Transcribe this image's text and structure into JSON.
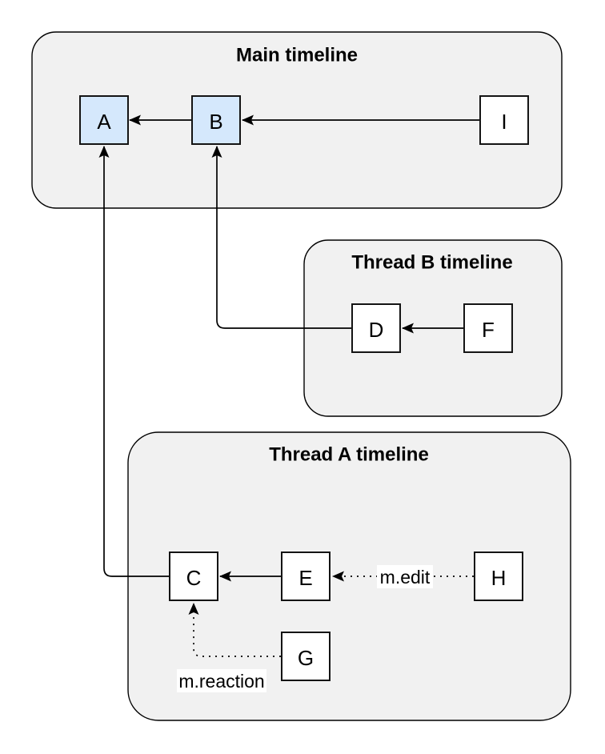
{
  "diagram": {
    "type": "event-relation-graph",
    "containers": [
      {
        "id": "main",
        "title": "Main timeline"
      },
      {
        "id": "thread-b",
        "title": "Thread B timeline"
      },
      {
        "id": "thread-a",
        "title": "Thread A timeline"
      }
    ],
    "nodes": [
      {
        "id": "A",
        "label": "A",
        "container": "main",
        "highlighted": true
      },
      {
        "id": "B",
        "label": "B",
        "container": "main",
        "highlighted": true
      },
      {
        "id": "I",
        "label": "I",
        "container": "main",
        "highlighted": false
      },
      {
        "id": "D",
        "label": "D",
        "container": "thread-b",
        "highlighted": false
      },
      {
        "id": "F",
        "label": "F",
        "container": "thread-b",
        "highlighted": false
      },
      {
        "id": "C",
        "label": "C",
        "container": "thread-a",
        "highlighted": false
      },
      {
        "id": "E",
        "label": "E",
        "container": "thread-a",
        "highlighted": false
      },
      {
        "id": "H",
        "label": "H",
        "container": "thread-a",
        "highlighted": false
      },
      {
        "id": "G",
        "label": "G",
        "container": "thread-a",
        "highlighted": false
      }
    ],
    "edges": [
      {
        "from": "B",
        "to": "A",
        "style": "solid",
        "label": ""
      },
      {
        "from": "I",
        "to": "B",
        "style": "solid",
        "label": ""
      },
      {
        "from": "F",
        "to": "D",
        "style": "solid",
        "label": ""
      },
      {
        "from": "D",
        "to": "B",
        "style": "solid",
        "label": ""
      },
      {
        "from": "E",
        "to": "C",
        "style": "solid",
        "label": ""
      },
      {
        "from": "C",
        "to": "A",
        "style": "solid",
        "label": ""
      },
      {
        "from": "H",
        "to": "E",
        "style": "dotted",
        "label": "m.edit"
      },
      {
        "from": "G",
        "to": "C",
        "style": "dotted",
        "label": "m.reaction"
      }
    ],
    "colors": {
      "page_background": "#ffffff",
      "container_fill": "#f1f1f1",
      "container_stroke": "#000000",
      "node_fill": "#ffffff",
      "node_highlight_fill": "#d5e8fc",
      "node_stroke": "#141414",
      "edge_stroke": "#000000",
      "label_background": "#ffffff",
      "text_color": "#000000"
    }
  }
}
